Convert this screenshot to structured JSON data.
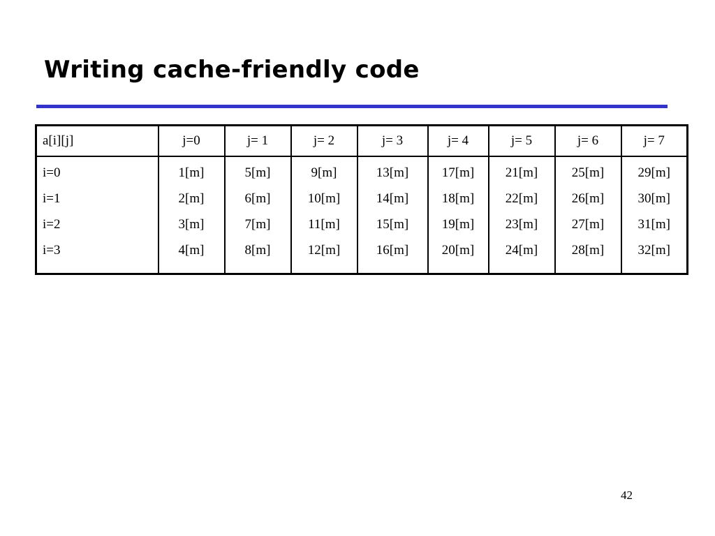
{
  "slide": {
    "title": "Writing cache-friendly code",
    "page_number": "42"
  },
  "table": {
    "corner": "a[i][j]",
    "columns": [
      "j=0",
      "j= 1",
      "j= 2",
      "j= 3",
      "j= 4",
      "j= 5",
      "j= 6",
      "j= 7"
    ],
    "row_labels": [
      "i=0",
      "i=1",
      "i=2",
      "i=3"
    ],
    "cells": [
      [
        "1[m]",
        "2[m]",
        "3[m]",
        "4[m]"
      ],
      [
        "5[m]",
        "6[m]",
        "7[m]",
        "8[m]"
      ],
      [
        "9[m]",
        "10[m]",
        "11[m]",
        "12[m]"
      ],
      [
        "13[m]",
        "14[m]",
        "15[m]",
        "16[m]"
      ],
      [
        "17[m]",
        "18[m]",
        "19[m]",
        "20[m]"
      ],
      [
        "21[m]",
        "22[m]",
        "23[m]",
        "24[m]"
      ],
      [
        "25[m]",
        "26[m]",
        "27[m]",
        "28[m]"
      ],
      [
        "29[m]",
        "30[m]",
        "31[m]",
        "32[m]"
      ]
    ]
  },
  "colors": {
    "title_rule": "#3333cc"
  }
}
